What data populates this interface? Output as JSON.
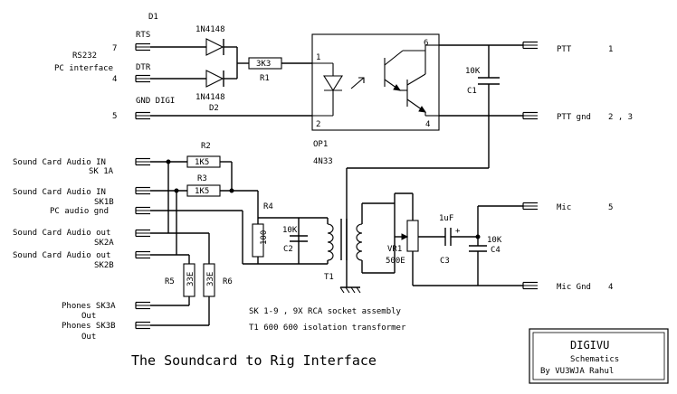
{
  "diagram": {
    "title": "The Soundcard to Rig Interface",
    "title_box": {
      "name": "DIGIVU",
      "subtitle": "Schematics",
      "author": "By  VU3WJA Rahul"
    },
    "notes": [
      "SK 1-9 , 9X RCA socket assembly",
      "T1 600 600 isolation transformer"
    ],
    "left_connector": {
      "header": "RS232\nPC interface",
      "pins": [
        {
          "signal": "RTS",
          "pin": "7"
        },
        {
          "signal": "DTR",
          "pin": "4"
        },
        {
          "signal": "GND DIGI",
          "pin": "5"
        }
      ]
    },
    "audio_jacks": [
      {
        "line1": "Sound Card Audio IN",
        "line2": "SK 1A"
      },
      {
        "line1": "Sound Card Audio IN",
        "line2": "SK1B"
      },
      {
        "line1": "PC audio gnd",
        "line2": ""
      },
      {
        "line1": "Sound Card Audio out",
        "line2": "SK2A"
      },
      {
        "line1": "Sound Card Audio out",
        "line2": "SK2B"
      },
      {
        "line1": "Phones SK3A",
        "line2": "Out"
      },
      {
        "line1": "Phones SK3B",
        "line2": "Out"
      }
    ],
    "right_outputs": [
      {
        "label": "PTT",
        "pin": "1"
      },
      {
        "label": "PTT gnd",
        "pin": "2 , 3"
      },
      {
        "label": "Mic",
        "pin": "5"
      },
      {
        "label": "Mic Gnd",
        "pin": "4"
      }
    ],
    "components": {
      "d1": {
        "ref": "D1",
        "part": "1N4148"
      },
      "d2": {
        "ref": "D2",
        "part": "1N4148"
      },
      "r1": {
        "ref": "R1",
        "value": "3K3"
      },
      "op1": {
        "ref": "OP1",
        "part": "4N33",
        "pins": [
          "1",
          "2",
          "6",
          "4"
        ]
      },
      "c1": {
        "ref": "C1",
        "value": "10K"
      },
      "r2": {
        "ref": "R2",
        "value": "1K5"
      },
      "r3": {
        "ref": "R3",
        "value": "1K5"
      },
      "r4": {
        "ref": "R4",
        "value": "100"
      },
      "c2": {
        "ref": "C2",
        "value": "10K"
      },
      "t1": {
        "ref": "T1"
      },
      "r5": {
        "ref": "R5",
        "value": "33E"
      },
      "r6": {
        "ref": "R6",
        "value": "33E"
      },
      "vr1": {
        "ref": "VR1",
        "value": "500E"
      },
      "c3": {
        "ref": "C3",
        "value": "1uF",
        "polarity": "+"
      },
      "c4": {
        "ref": "C4",
        "value": "10K"
      }
    }
  }
}
